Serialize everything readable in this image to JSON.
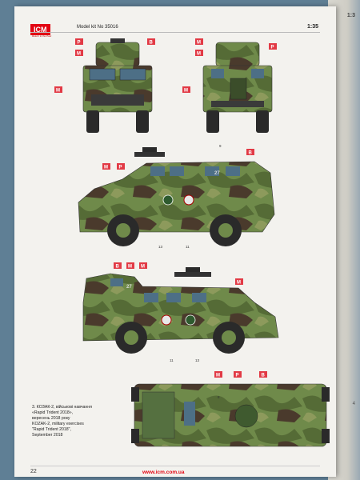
{
  "header": {
    "brand": "ICM",
    "brand_tagline": "Return to the Past",
    "kit_label": "Model kit No 35016",
    "scale": "1:35"
  },
  "side_strip": {
    "scale": "1:3",
    "num": "4"
  },
  "markers": {
    "paint_p": "P",
    "paint_m": "M",
    "decal_b": "B"
  },
  "callouts": {
    "n9": "9",
    "n11": "11",
    "n13": "13",
    "n8": "8",
    "n27": "27"
  },
  "caption": {
    "lines": [
      "3. КОЗАК-2, військові навчання",
      "«Rapid Trident 2018»,",
      "вересень 2018 року",
      "KOZAK-2, military exercises",
      "\"Rapid Trident 2018\",",
      "September 2018"
    ]
  },
  "footer": {
    "page_number": "22",
    "url": "www.icm.com.ua"
  }
}
